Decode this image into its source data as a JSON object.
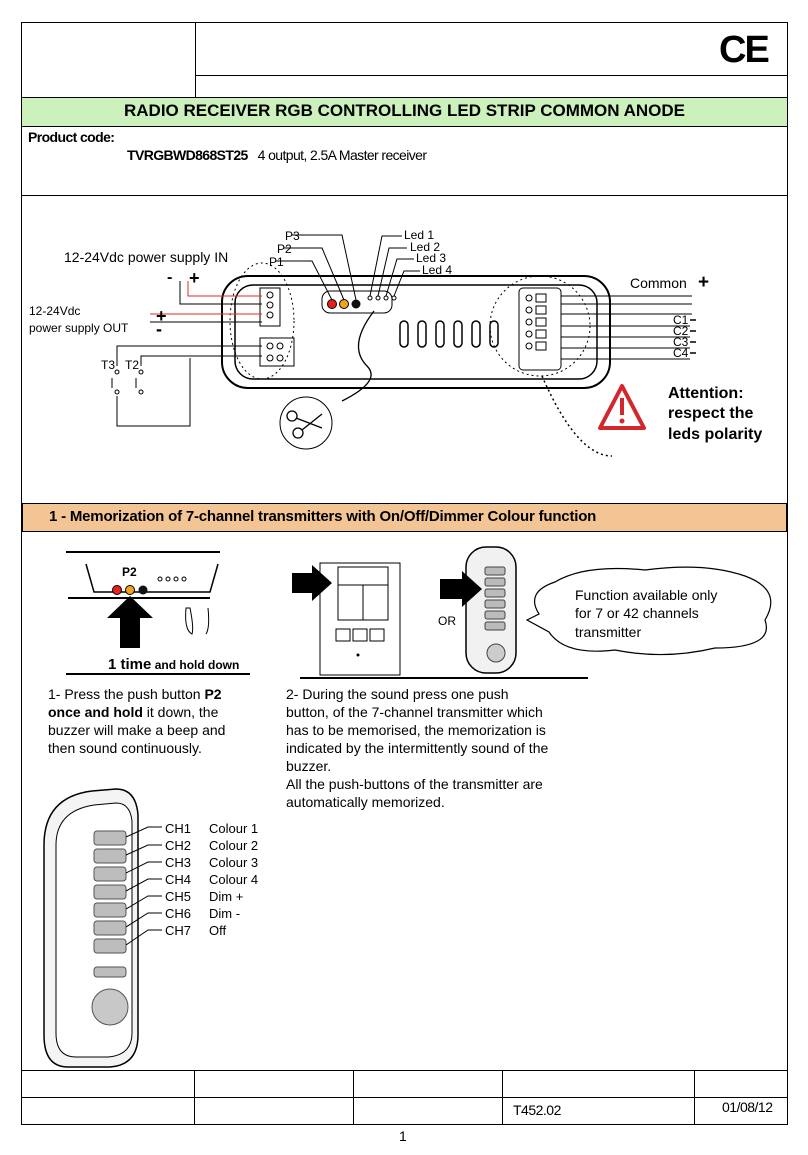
{
  "header": {
    "ce_mark": "CE",
    "title": "RADIO RECEIVER RGB CONTROLLING LED STRIP COMMON ANODE",
    "product_code_label": "Product code:",
    "product_code": "TVRGBWD868ST25",
    "product_description": "4 output, 2.5A Master receiver"
  },
  "wiring": {
    "power_in": "12-24Vdc power supply IN",
    "power_out_line1": "12-24Vdc",
    "power_out_line2": "power supply  OUT",
    "minus": "-",
    "plus": "+",
    "t3": "T3",
    "t2": "T2",
    "p3": "P3",
    "p2": "P2",
    "p1": "P1",
    "led1": "Led 1",
    "led2": "Led 2",
    "led3": "Led 3",
    "led4": "Led 4",
    "common": "Common",
    "common_sign": "+",
    "c1": "C1",
    "c2": "C2",
    "c3": "C3",
    "c4": "C4",
    "attention_line1": "Attention:",
    "attention_line2": "respect  the",
    "attention_line3": "leds polarity"
  },
  "section1": {
    "heading": "1 - Memorization of 7-channel transmitters with On/Off/Dimmer Colour function",
    "p2_label": "P2",
    "one_time": "1 time",
    "hold_down": " and hold down",
    "step1_a": "1- Press the push button ",
    "step1_b": "P2",
    "step1_c": "once and hold",
    "step1_d": " it down, the",
    "step1_e": "buzzer will make a beep and",
    "step1_f": "then sound continuously.",
    "or_label": "OR",
    "bubble_line1": "Function available only",
    "bubble_line2": "for 7 or 42 channels",
    "bubble_line3": "transmitter",
    "step2_line1": "2- During the sound press one push",
    "step2_line2": "button, of the 7-channel transmitter which",
    "step2_line3": "has to be memorised, the memorization is",
    "step2_line4": "indicated by the intermittently sound of the",
    "step2_line5": "buzzer.",
    "step2_line6": "All the push-buttons of the transmitter are",
    "step2_line7": "automatically memorized.",
    "channels": [
      {
        "ch": "CH1",
        "fn": "Colour 1"
      },
      {
        "ch": "CH2",
        "fn": "Colour 2"
      },
      {
        "ch": "CH3",
        "fn": "Colour 3"
      },
      {
        "ch": "CH4",
        "fn": "Colour 4"
      },
      {
        "ch": "CH5",
        "fn": "Dim +"
      },
      {
        "ch": "CH6",
        "fn": "Dim -"
      },
      {
        "ch": "CH7",
        "fn": "Off"
      }
    ]
  },
  "footer": {
    "doc_code": "T452.02",
    "date": "01/08/12",
    "page_number": "1"
  },
  "colors": {
    "title_bar": "#ccf1bd",
    "section_bar": "#f4c594",
    "wire_red": "#e0282c",
    "warning_red": "#d3272e",
    "led_red": "#e8201c",
    "led_orange": "#f5a31a"
  }
}
